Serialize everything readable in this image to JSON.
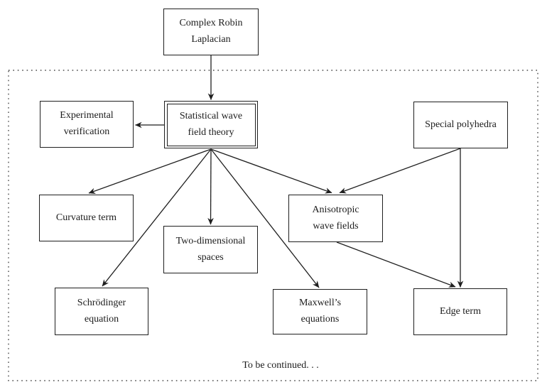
{
  "diagram": {
    "caption": "To be continued. . .",
    "nodes": {
      "complex_robin_laplacian": {
        "lines": [
          "Complex Robin",
          "Laplacian"
        ],
        "border": "single"
      },
      "experimental_verification": {
        "lines": [
          "Experimental",
          "verification"
        ],
        "border": "single"
      },
      "statistical_wave_field_theory": {
        "lines": [
          "Statistical wave",
          "field theory"
        ],
        "border": "double"
      },
      "special_polyhedra": {
        "lines": [
          "Special polyhedra"
        ],
        "border": "single"
      },
      "curvature_term": {
        "lines": [
          "Curvature term"
        ],
        "border": "single"
      },
      "two_dimensional_spaces": {
        "lines": [
          "Two-dimensional",
          "spaces"
        ],
        "border": "single"
      },
      "anisotropic_wave_fields": {
        "lines": [
          "Anisotropic",
          "wave fields"
        ],
        "border": "single"
      },
      "schrodinger_equation": {
        "lines": [
          "Schrödinger",
          "equation"
        ],
        "border": "single"
      },
      "maxwells_equations": {
        "lines": [
          "Maxwell’s",
          "equations"
        ],
        "border": "single"
      },
      "edge_term": {
        "lines": [
          "Edge term"
        ],
        "border": "single"
      }
    },
    "edges": [
      {
        "from": "complex_robin_laplacian",
        "to": "statistical_wave_field_theory"
      },
      {
        "from": "statistical_wave_field_theory",
        "to": "experimental_verification"
      },
      {
        "from": "statistical_wave_field_theory",
        "to": "curvature_term"
      },
      {
        "from": "statistical_wave_field_theory",
        "to": "schrodinger_equation"
      },
      {
        "from": "statistical_wave_field_theory",
        "to": "two_dimensional_spaces"
      },
      {
        "from": "statistical_wave_field_theory",
        "to": "maxwells_equations"
      },
      {
        "from": "statistical_wave_field_theory",
        "to": "anisotropic_wave_fields"
      },
      {
        "from": "special_polyhedra",
        "to": "anisotropic_wave_fields"
      },
      {
        "from": "special_polyhedra",
        "to": "edge_term"
      },
      {
        "from": "anisotropic_wave_fields",
        "to": "edge_term"
      }
    ],
    "colors": {
      "line": "#1f1f1f",
      "text": "#1c1c1c",
      "background": "#ffffff",
      "dotted_border": "#4a4a4a"
    }
  }
}
